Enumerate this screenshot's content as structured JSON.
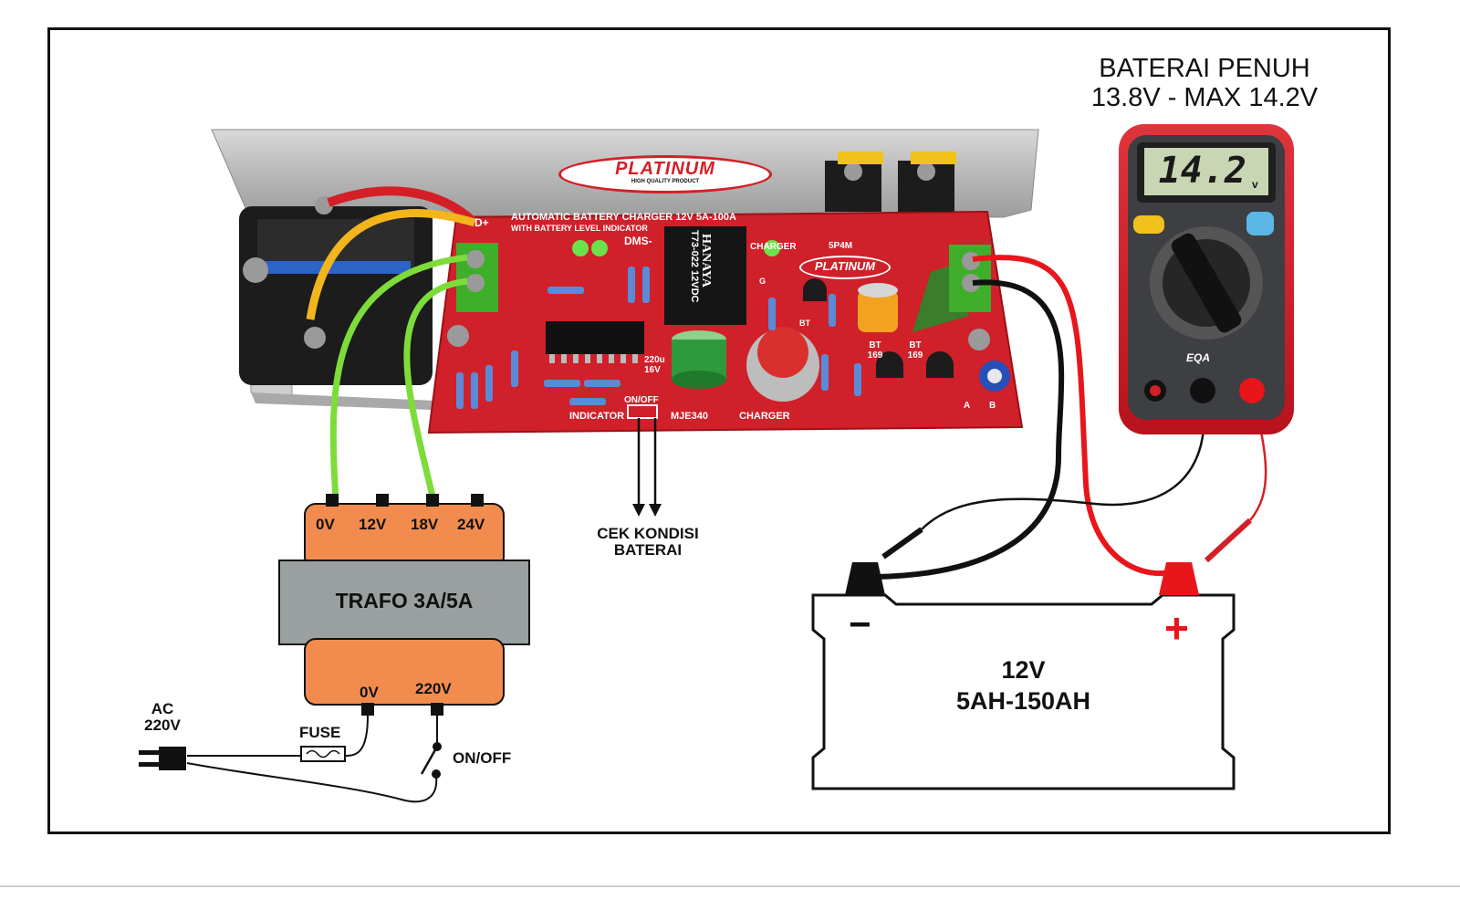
{
  "header": {
    "title_line1": "BATERAI PENUH",
    "title_line2": "13.8V - MAX 14.2V"
  },
  "pcb": {
    "brand": "PLATINUM",
    "brand_sub": "HIGH QUALITY PRODUCT",
    "product_line1": "AUTOMATIC BATTERY CHARGER 12V 5A-100A",
    "product_line2": "WITH BATTERY LEVEL INDICATOR",
    "model": "DMS-",
    "relay_brand": "HANAYA",
    "relay_model": "T73-022 12VDC",
    "cap_label": "220u 16V",
    "label_indicator": "INDICATOR",
    "label_onoff": "ON/OFF",
    "label_mje": "MJE340",
    "label_charger_bottom": "CHARGER",
    "label_charger_top": "CHARGER",
    "label_sp4m": "5P4M",
    "label_bt1": "BT 169",
    "label_bt2": "BT 169",
    "label_bt": "BT",
    "label_a": "A",
    "label_b": "B",
    "label_dplus": "D+",
    "label_g": "G"
  },
  "check_label": {
    "line1": "CEK KONDISI",
    "line2": "BATERAI"
  },
  "transformer": {
    "name": "TRAFO 3A/5A",
    "top_taps": [
      "0V",
      "12V",
      "18V",
      "24V"
    ],
    "bottom_taps": [
      "0V",
      "220V"
    ]
  },
  "mains": {
    "ac_line1": "AC",
    "ac_line2": "220V",
    "fuse": "FUSE",
    "switch": "ON/OFF"
  },
  "battery": {
    "line1": "12V",
    "line2": "5AH-150AH",
    "minus": "−",
    "plus": "+"
  },
  "multimeter": {
    "reading": "14.2",
    "unit": "v",
    "brand": "EQA"
  },
  "colors": {
    "pcb": "#d0202a",
    "wire_green": "#7ddc3a",
    "wire_red": "#e8161b",
    "transformer": "#f28c4e",
    "transformer_core": "#9aa0a0",
    "terminal_green": "#3fae2a"
  }
}
